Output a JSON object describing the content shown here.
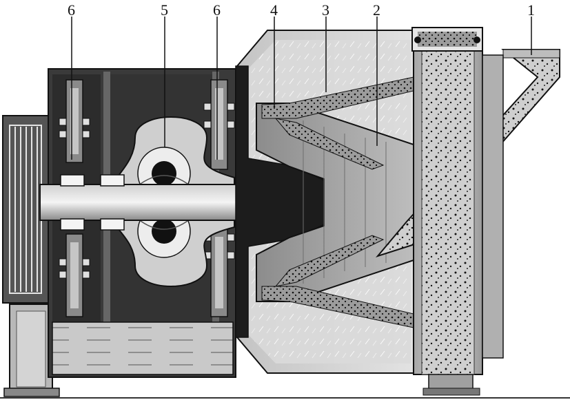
{
  "labels": [
    {
      "id": "1",
      "text": "1"
    },
    {
      "id": "2",
      "text": "2"
    },
    {
      "id": "3",
      "text": "3"
    },
    {
      "id": "4",
      "text": "4"
    },
    {
      "id": "5",
      "text": "5"
    },
    {
      "id": "6a",
      "text": "6"
    },
    {
      "id": "6b",
      "text": "6"
    }
  ],
  "colors": {
    "background": "#ffffff",
    "dark_casing": "#3a3a3a",
    "medium_gray": "#9a9a9a",
    "light_gray": "#d4d4d4",
    "oil": "#c8c8c8",
    "ink": "#111111"
  }
}
